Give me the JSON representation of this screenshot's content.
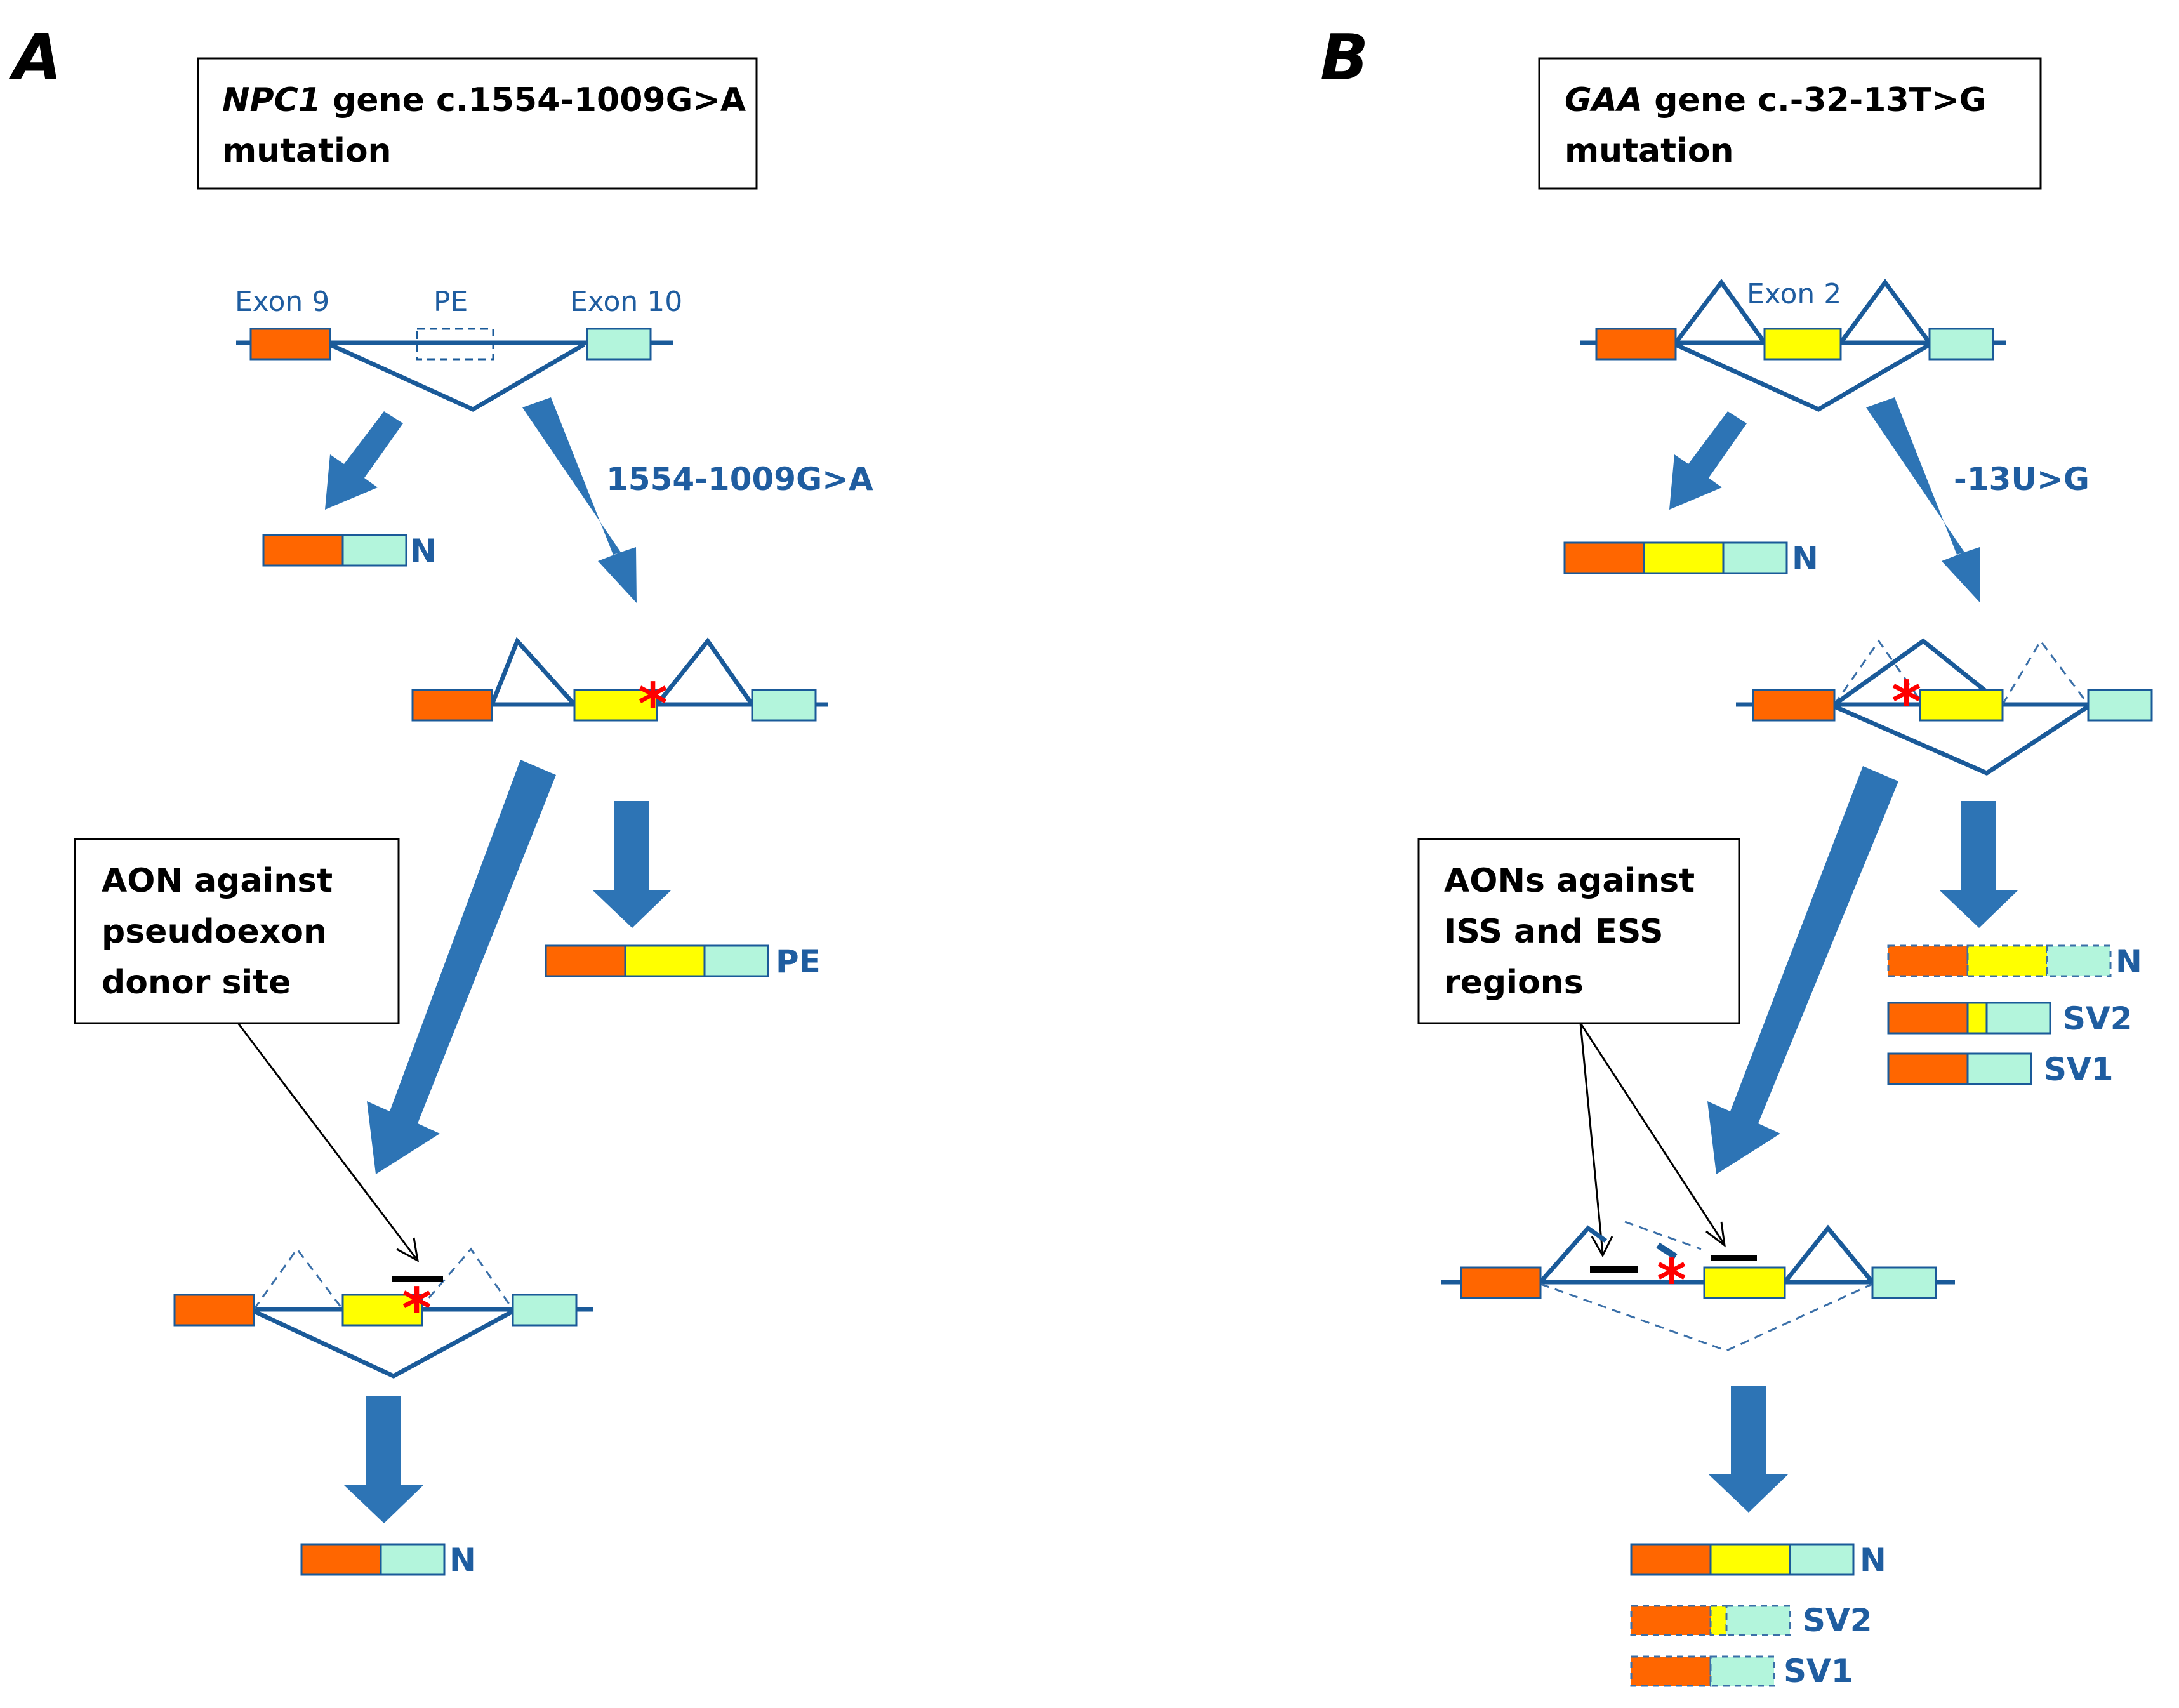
{
  "panels": {
    "a": {
      "letter": "A",
      "title_gene": "NPC1",
      "title_rest": " gene c.1554-1009G>A",
      "title_line2": "mutation",
      "exon9": "Exon 9",
      "pe": "PE",
      "exon10": "Exon 10",
      "mutation": "1554-1009G>A",
      "label_n1": "N",
      "label_pe": "PE",
      "callout_line1": "AON against",
      "callout_line2": "pseudoexon",
      "callout_line3": "donor site",
      "label_n2": "N",
      "star1": "*",
      "star2": "*"
    },
    "b": {
      "letter": "B",
      "title_gene": "GAA",
      "title_rest": " gene c.-32-13T>G",
      "title_line2": "mutation",
      "exon2": "Exon 2",
      "mutation": "-13U>G",
      "label_n1": "N",
      "label_n2": "N",
      "label_sv2a": "SV2",
      "label_sv1a": "SV1",
      "callout_line1": "AONs against",
      "callout_line2": "ISS and ESS",
      "callout_line3": "regions",
      "label_n3": "N",
      "label_sv2b": "SV2",
      "label_sv1b": "SV1",
      "star1": "*",
      "star2": "*"
    }
  },
  "colors": {
    "exon_orange": "#ff6600",
    "exon_yellow": "#ffff00",
    "exon_green": "#b3f5dc",
    "line_blue": "#1a5a99",
    "arrow_blue": "#2d74b5"
  }
}
